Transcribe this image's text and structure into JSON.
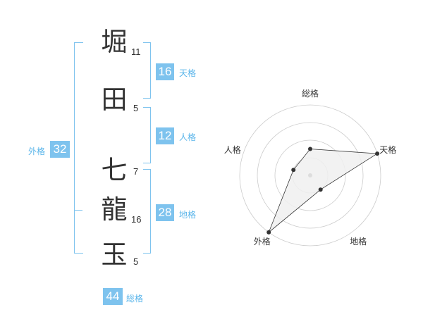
{
  "characters": [
    {
      "char": "堀",
      "strokes": "11"
    },
    {
      "char": "田",
      "strokes": "5"
    },
    {
      "char": "七",
      "strokes": "7"
    },
    {
      "char": "龍",
      "strokes": "16"
    },
    {
      "char": "玉",
      "strokes": "5"
    }
  ],
  "fortunes": {
    "tenkaku": {
      "label": "天格",
      "value": "16"
    },
    "jinkaku": {
      "label": "人格",
      "value": "12"
    },
    "chikaku": {
      "label": "地格",
      "value": "28"
    },
    "gaikaku": {
      "label": "外格",
      "value": "32"
    },
    "soukaku": {
      "label": "総格",
      "value": "44"
    }
  },
  "chart_data": {
    "type": "radar",
    "axes": [
      "総格",
      "天格",
      "地格",
      "外格",
      "人格"
    ],
    "levels": 4,
    "values": [
      1.5,
      4.0,
      1.0,
      4.0,
      1.0
    ],
    "max": 4,
    "colors": {
      "accent": "#7ec3ee",
      "accent_text": "#58b4ea",
      "fill": "#f0f0f0",
      "stroke": "#333333",
      "ring": "#cccccc"
    }
  }
}
